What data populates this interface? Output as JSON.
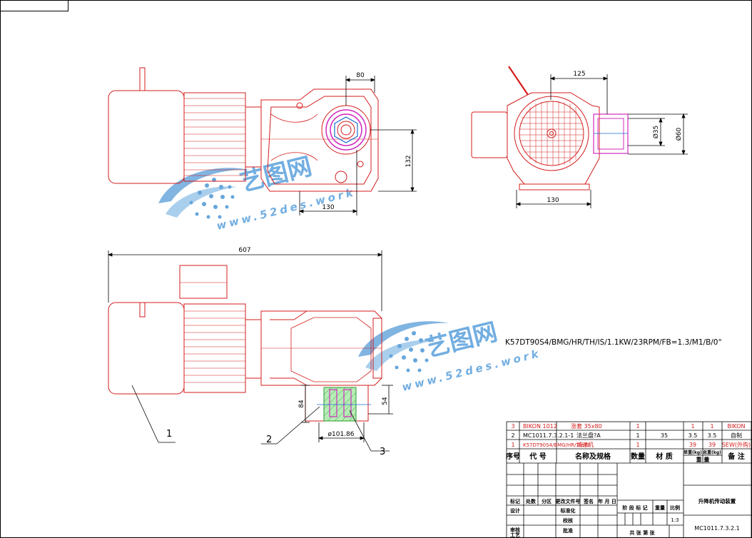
{
  "dimensions": {
    "top_width": "80",
    "top_height": "132",
    "top_base": "130",
    "right_width": "125",
    "right_base": "130",
    "right_d35": "Ø35",
    "right_d60": "Ø60",
    "overall_length": "607",
    "bottom_height": "84",
    "bottom_side": "54",
    "bottom_diameter": "ø101.86"
  },
  "model_label": "K57DT90S4/BMG/HR/TH/IS/1.1KW/23RPM/FB=1.3/M1/B/0°",
  "balloons": [
    "1",
    "2",
    "3"
  ],
  "watermark": {
    "brand": "艺图网",
    "url_top": "www.52des.work",
    "url_bottom": "www.52des.work"
  },
  "bom": {
    "rows": [
      {
        "no": "3",
        "code": "BIKON 1012",
        "name": "涨套 35x80",
        "qty": "1",
        "material": "",
        "w1": "1",
        "w2": "1",
        "remark": "BIKON"
      },
      {
        "no": "2",
        "code": "MC1011.7.3.2.1-1",
        "name": "法兰盘?A",
        "qty": "1",
        "material": "35",
        "w1": "3.5",
        "w2": "3.5",
        "remark": "自制"
      },
      {
        "no": "1",
        "code": "K57DT90S4/BMG/HR/TH/IS",
        "name": "减速机",
        "qty": "1",
        "material": "",
        "w1": "39",
        "w2": "39",
        "remark": "SEW(外购)"
      }
    ],
    "header": {
      "no": "序号",
      "code": "代 号",
      "name": "名称及规格",
      "qty": "数量",
      "material": "材 质",
      "w1": "单重(kg)",
      "w2": "总重(kg)",
      "weight": "重 量",
      "remark": "备 注"
    }
  },
  "title_block": {
    "marks": "标记",
    "count": "处数",
    "zone": "分区",
    "doc": "更改文件号",
    "sign": "签名",
    "date": "年 月 日",
    "design": "设计",
    "std": "标准化",
    "check": "审核",
    "process": "工艺",
    "review": "校核",
    "approve": "批准",
    "stage": "阶 段 标 记",
    "weight": "重量",
    "scale_label": "比例",
    "scale": "1:3",
    "sheets": "共  张  第  张",
    "drawing_name": "升降机传动装置",
    "drawing_no": "MC1011.7.3.2.1"
  }
}
